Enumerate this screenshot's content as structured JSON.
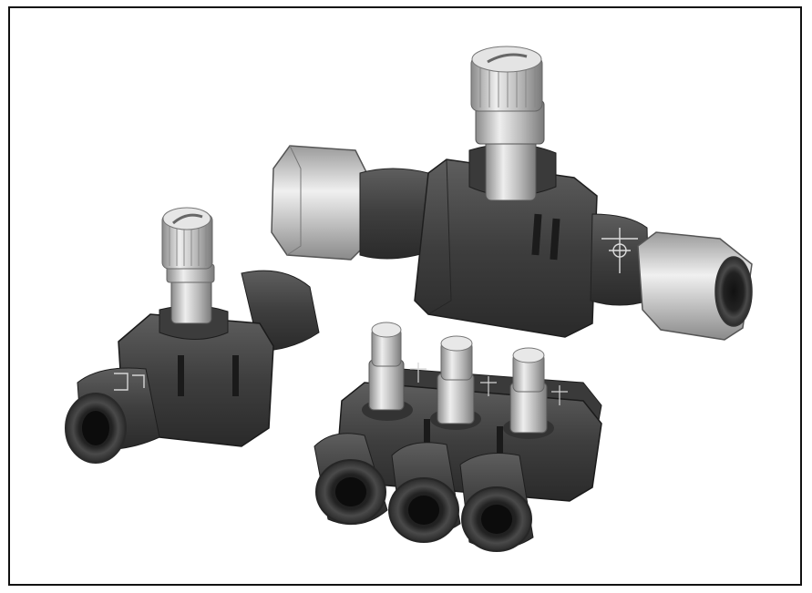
{
  "image": {
    "subject": "",
    "colors": {
      "frame": "#111111",
      "background": "#ffffff",
      "body_dark": "#3a3a3a",
      "body_mid": "#5a5a5a",
      "metal_light": "#d8d8d8",
      "metal_mid": "#a8a8a8"
    },
    "objects": [
      {
        "name": "large-inline-flow-control-valve"
      },
      {
        "name": "small-inline-flow-control-valve"
      },
      {
        "name": "triple-manifold-flow-control-valve"
      }
    ]
  }
}
